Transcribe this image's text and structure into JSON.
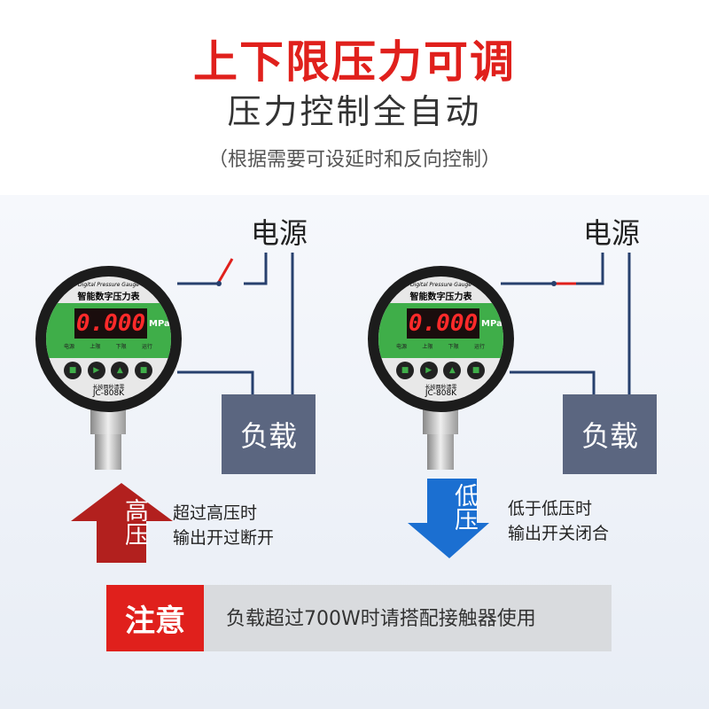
{
  "title": "上下限压力可调",
  "subtitle": "压力控制全自动",
  "note": "（根据需要可设延时和反向控制）",
  "gauge": {
    "brand": "Digital Pressure Gauge",
    "name": "智能数字压力表",
    "reading": "0.000",
    "unit": "MPa",
    "indicators": [
      "电源",
      "上限",
      "下限",
      "运行"
    ],
    "hint": "长按两秒清零",
    "model": "JC-808K"
  },
  "left": {
    "power": "电源",
    "load": "负载",
    "arrow": "高压",
    "desc": [
      "超过高压时",
      "输出开过断开"
    ]
  },
  "right": {
    "power": "电源",
    "load": "负载",
    "arrow": "低压",
    "desc": [
      "低于低压时",
      "输出开关闭合"
    ]
  },
  "notice": {
    "label": "注意",
    "text": "负载超过700W时请搭配接触器使用"
  },
  "colors": {
    "red": "#e0201c",
    "load": "#5b6680",
    "display_green": "#3fae49",
    "blue": "#1b6fd1"
  }
}
